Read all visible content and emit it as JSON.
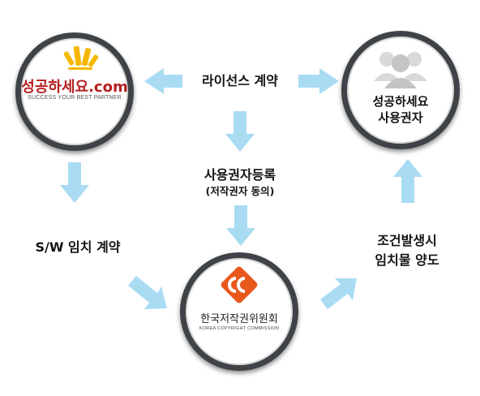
{
  "nodes": {
    "left": {
      "logo_text": "성공하세요.com",
      "tagline": "SUCCESS YOUR BEST PARTNER"
    },
    "right": {
      "line1": "성공하세요",
      "line2": "사용권자"
    },
    "bottom": {
      "name_ko": "한국저작권위원회",
      "name_en": "KOREA COPYRIGHT COMMISSION"
    }
  },
  "edges": {
    "license": "라이선스 계약",
    "registration": "사용권자등록",
    "registration_sub": "(저작권자 동의)",
    "escrow": "S/W 임치 계약",
    "release_line1": "조건발생시",
    "release_line2": "임치물 양도"
  },
  "colors": {
    "arrow": "#a9dcf3",
    "ring": "#3f4347",
    "logo_yellow": "#f5b800",
    "cc_orange": "#e8571c"
  },
  "icons": [
    "people-icon",
    "success-logo-icon",
    "cc-logo-icon"
  ]
}
